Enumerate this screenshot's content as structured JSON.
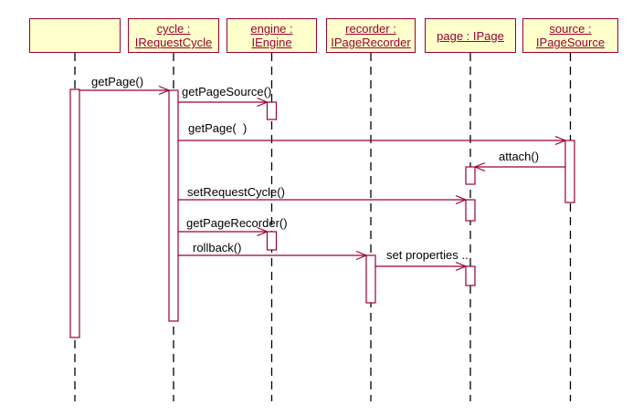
{
  "diagram": {
    "type": "uml-sequence-diagram",
    "background": "#FFFFFF",
    "colors": {
      "box_fill": "#FFFFCC",
      "box_border": "#990033",
      "box_text": "#990033",
      "message_line": "#990033",
      "message_text": "#000000",
      "lifeline": "#000000",
      "activation_fill": "#FFFFFF"
    },
    "objects": [
      {
        "id": "actor",
        "line1": "",
        "line2": ""
      },
      {
        "id": "cycle",
        "line1": "cycle :",
        "line2": "IRequestCycle"
      },
      {
        "id": "engine",
        "line1": "engine :",
        "line2": "IEngine"
      },
      {
        "id": "recorder",
        "line1": "recorder :",
        "line2": "IPageRecorder"
      },
      {
        "id": "page",
        "line1": "page : IPage",
        "line2": ""
      },
      {
        "id": "source",
        "line1": "source :",
        "line2": "IPageSource"
      }
    ],
    "messages": [
      {
        "label": "getPage()",
        "from": "actor",
        "to": "cycle"
      },
      {
        "label": "getPageSource()",
        "from": "cycle",
        "to": "engine"
      },
      {
        "label": "getPage(  )",
        "from": "cycle",
        "to": "source"
      },
      {
        "label": "attach()",
        "from": "source",
        "to": "page"
      },
      {
        "label": "setRequestCycle()",
        "from": "cycle",
        "to": "page"
      },
      {
        "label": "getPageRecorder()",
        "from": "cycle",
        "to": "engine"
      },
      {
        "label": "rollback()",
        "from": "cycle",
        "to": "recorder"
      },
      {
        "label": "set properties ..",
        "from": "recorder",
        "to": "page"
      }
    ]
  }
}
